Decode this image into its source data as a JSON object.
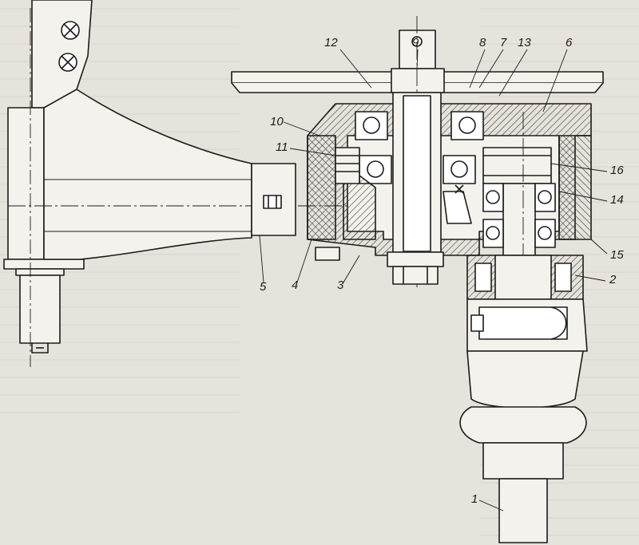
{
  "callouts": {
    "c1": "1",
    "c2": "2",
    "c3": "3",
    "c4": "4",
    "c5": "5",
    "c6": "6",
    "c7": "7",
    "c8": "8",
    "c9": "9",
    "c10": "10",
    "c11": "11",
    "c12": "12",
    "c13": "13",
    "c14": "14",
    "c15": "15",
    "c16": "16"
  },
  "colors": {
    "paper": "#e6e3dc",
    "ink": "#1c1c1c",
    "hatch": "#4a4a4a",
    "body_fill": "#f4f2ec"
  }
}
